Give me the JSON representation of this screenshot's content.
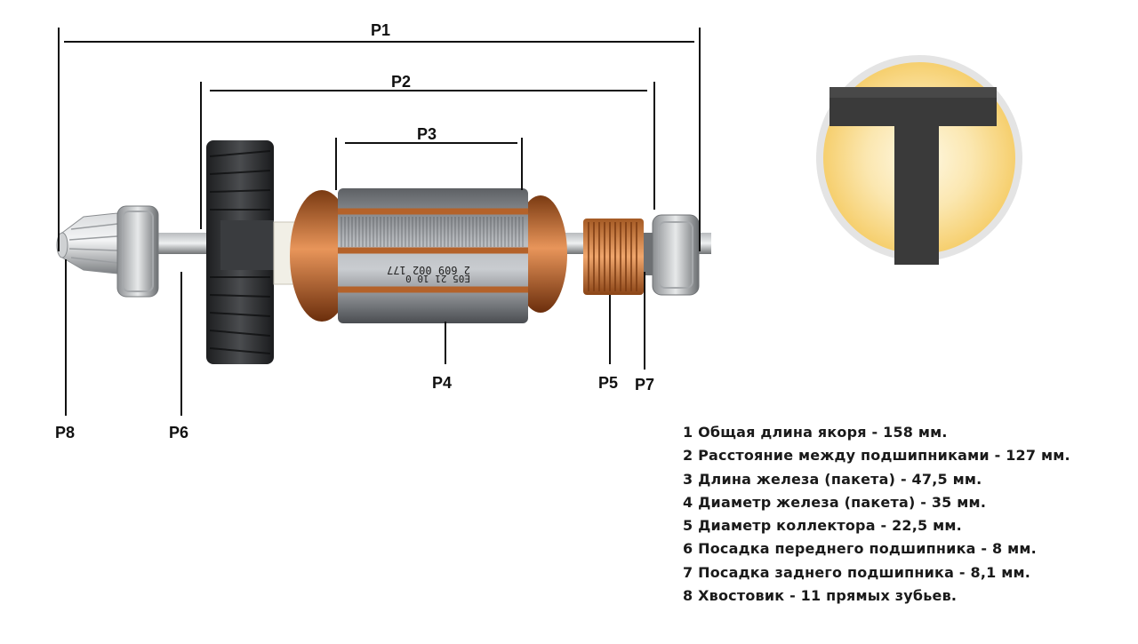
{
  "labels": {
    "p1": "P1",
    "p2": "P2",
    "p3": "P3",
    "p4": "P4",
    "p5": "P5",
    "p6": "P6",
    "p7": "P7",
    "p8": "P8"
  },
  "armature_marking": {
    "line1": "2 609 002 177",
    "line2": "E05 21 10 0"
  },
  "logo": {
    "letter": "T",
    "colors": {
      "ring": "#e6e6e6",
      "glow": "#f6cf6e",
      "letter": "#3b3b3b"
    }
  },
  "specs": [
    "1 Общая длина якоря - 158 мм.",
    "2 Расстояние между подшипниками - 127 мм.",
    "3 Длина железа (пакета) - 47,5 мм.",
    "4 Диаметр железа (пакета) - 35 мм.",
    "5 Диаметр коллектора - 22,5 мм.",
    "6 Посадка переднего подшипника - 8 мм.",
    "7 Посадка заднего подшипника - 8,1 мм.",
    "8 Хвостовик - 11 прямых зубьев."
  ],
  "colors": {
    "copper": "#b4622a",
    "steel": "#8a8d90",
    "fan": "#2a2b2d",
    "line": "#111111"
  }
}
